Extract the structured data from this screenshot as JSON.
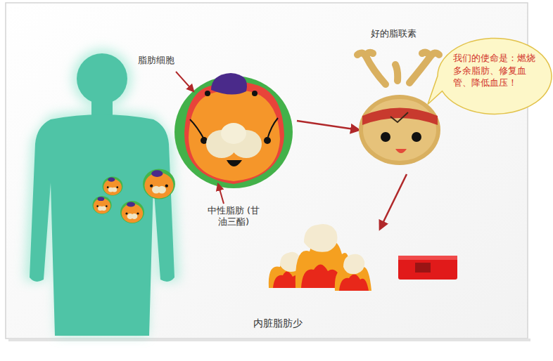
{
  "diagram": {
    "caption": "内脏脂肪少",
    "nodes": [
      {
        "text": [
          "我们的使命是：燃烧多余脂肪、修复血管、降低血压！"
        ]
      }
    ],
    "labels": [
      "脂肪细胞",
      "中性脂肪 (甘油三酯)",
      "好的脂联素"
    ]
  }
}
